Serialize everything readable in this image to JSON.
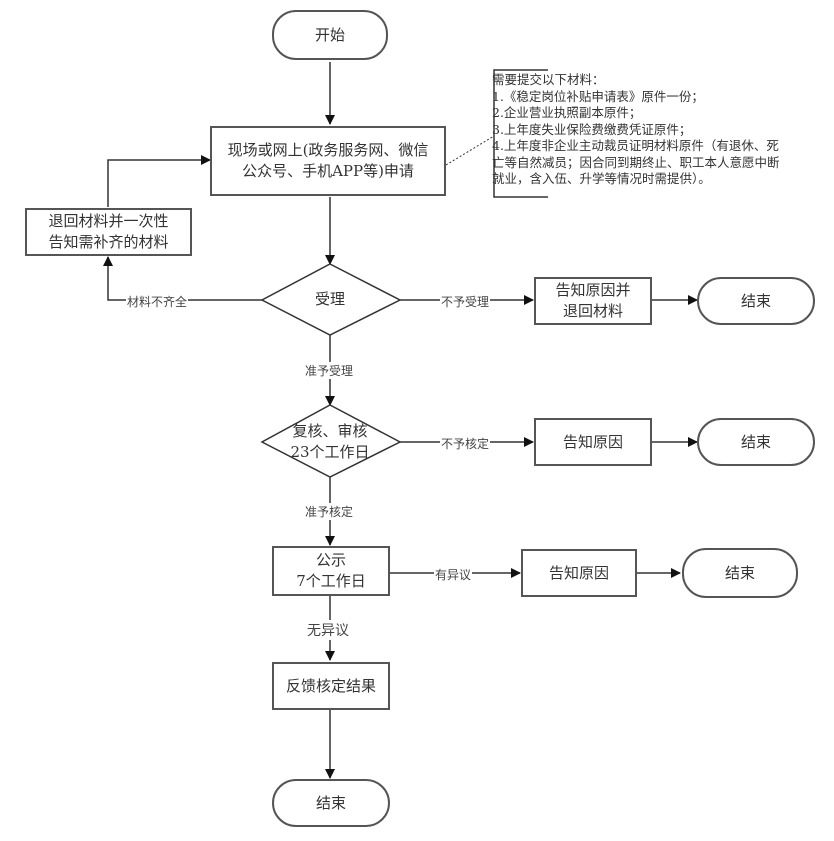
{
  "diagram": {
    "type": "flowchart",
    "nodes": {
      "start": "开始",
      "apply": [
        "现场或网上(政务服务网、微信",
        "公众号、手机APP等)申请"
      ],
      "return_materials": [
        "退回材料并一次性",
        "告知需补齐的材料"
      ],
      "accept_decision": "受理",
      "reject_accept_box": [
        "告知原因并",
        "退回材料"
      ],
      "end_1": "结束",
      "review_decision": [
        "复核、审核",
        "23个工作日"
      ],
      "reject_review_box": "告知原因",
      "end_2": "结束",
      "publicity": [
        "公示",
        "7个工作日"
      ],
      "objection_box": "告知原因",
      "end_3": "结束",
      "feedback": "反馈核定结果",
      "end_final": "结束"
    },
    "edge_labels": {
      "incomplete": "材料不齐全",
      "not_accepted": "不予受理",
      "accepted": "准予受理",
      "not_approved": "不予核定",
      "approved": "准予核定",
      "has_objection": "有异议",
      "no_objection": "无异议"
    },
    "note": {
      "lines": [
        "需要提交以下材料：",
        "1.《稳定岗位补贴申请表》原件一份；",
        "2.企业营业执照副本原件；",
        "3.上年度失业保险费缴费凭证原件；",
        "4.上年度非企业主动裁员证明材料原件（有退休、死",
        "亡等自然减员；因合同到期终止、职工本人意愿中断",
        "就业，含入伍、升学等情况时需提供）。"
      ]
    }
  }
}
